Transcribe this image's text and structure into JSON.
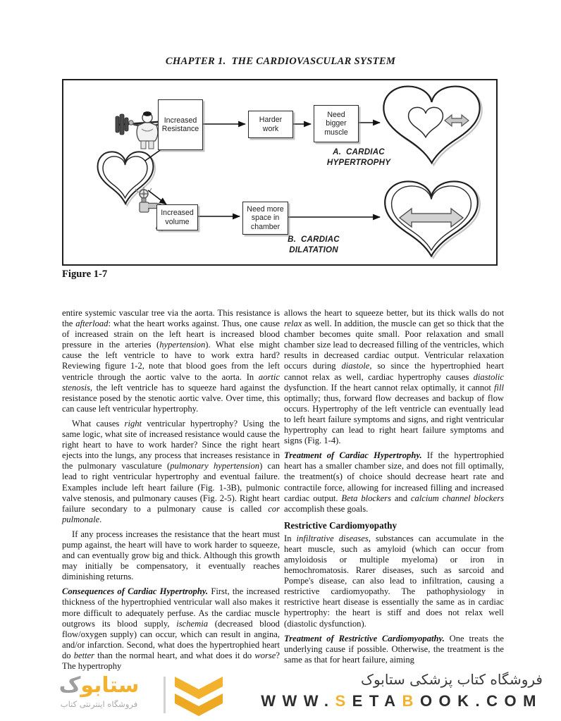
{
  "header": {
    "chapter_title": "CHAPTER 1.  THE CARDIOVASCULAR SYSTEM"
  },
  "figure": {
    "caption": "Figure 1-7",
    "flow_a": {
      "box_increased_resistance": "Increased\nResistance",
      "box_harder_work": "Harder\nwork",
      "box_need_bigger_muscle": "Need\nbigger\nmuscle",
      "label": "A.  CARDIAC\nHYPERTROPHY"
    },
    "flow_b": {
      "box_increased_volume": "Increased\nvolume",
      "box_need_more_space": "Need more\nspace in\nchamber",
      "label": "B.  CARDIAC\nDILATATION"
    }
  },
  "columns": {
    "left": [
      {
        "type": "p",
        "indent": false,
        "runs": [
          {
            "t": "entire systemic vascular tree via the aorta. This resistance is the "
          },
          {
            "t": "afterload",
            "s": "i"
          },
          {
            "t": ": what the heart works against. Thus, one cause of increased strain on the left heart is increased blood pressure in the arteries ("
          },
          {
            "t": "hypertension",
            "s": "i"
          },
          {
            "t": "). What else might cause the left ventricle to have to work extra hard? Reviewing figure 1-2, note that blood goes from the left ventricle through the aortic valve to the aorta. In "
          },
          {
            "t": "aortic stenosis",
            "s": "i"
          },
          {
            "t": ", the left ventricle has to squeeze hard against the resistance posed by the stenotic aortic valve. Over time, this can cause left ventricular hypertrophy."
          }
        ]
      },
      {
        "type": "p",
        "indent": true,
        "runs": [
          {
            "t": "What causes "
          },
          {
            "t": "right",
            "s": "i"
          },
          {
            "t": " ventricular hypertrophy? Using the same logic, what site of increased resistance would cause the right heart to have to work harder? Since the right heart ejects into the lungs, any process that increases resistance in the pulmonary vasculature ("
          },
          {
            "t": "pulmonary hypertension",
            "s": "i"
          },
          {
            "t": ") can lead to right ventricular hypertrophy and eventual failure. Examples include left heart failure (Fig. 1-3B), pulmonic valve stenosis, and pulmonary causes (Fig. 2-5). Right heart failure secondary to a pulmonary cause is called "
          },
          {
            "t": "cor pulmonale",
            "s": "i"
          },
          {
            "t": "."
          }
        ]
      },
      {
        "type": "p",
        "indent": true,
        "runs": [
          {
            "t": "If any process increases the resistance that the heart must pump against, the heart will have to work harder to squeeze, and can eventually grow big and thick. Although this growth may initially be compensatory, it eventually reaches diminishing returns."
          }
        ]
      },
      {
        "type": "p",
        "indent": false,
        "runs": [
          {
            "t": "Consequences of Cardiac Hypertrophy.",
            "s": "bi"
          },
          {
            "t": " First, the increased thickness of the hypertrophied ventricular wall also makes it more difficult to adequately perfuse. As the cardiac muscle outgrows its blood supply, "
          },
          {
            "t": "ischemia",
            "s": "i"
          },
          {
            "t": " (decreased blood flow/oxygen supply) can occur, which can result in angina, and/or infarction. Second, what does the hypertrophied heart do "
          },
          {
            "t": "better",
            "s": "i"
          },
          {
            "t": " than the normal heart, and what does it do "
          },
          {
            "t": "worse",
            "s": "i"
          },
          {
            "t": "? The hypertrophy"
          }
        ]
      }
    ],
    "right": [
      {
        "type": "p",
        "indent": false,
        "runs": [
          {
            "t": "allows the heart to squeeze better, but its thick walls do not "
          },
          {
            "t": "relax",
            "s": "i"
          },
          {
            "t": " as well. In addition, the muscle can get so thick that the chamber becomes quite small. Poor relaxation and small chamber size lead to decreased filling of the ventricles, which results in decreased cardiac output. Ventricular relaxation occurs during "
          },
          {
            "t": "diastole",
            "s": "i"
          },
          {
            "t": ", so since the hypertrophied heart cannot relax as well, cardiac hypertrophy causes "
          },
          {
            "t": "diastolic",
            "s": "i"
          },
          {
            "t": " dysfunction. If the heart cannot relax optimally, it cannot "
          },
          {
            "t": "fill",
            "s": "i"
          },
          {
            "t": " optimally; thus, forward flow decreases and backup of flow occurs. Hypertrophy of the left ventricle can eventually lead to left heart failure symptoms and signs, and right ventricular hypertrophy can lead to right heart failure symptoms and signs (Fig. 1-4)."
          }
        ]
      },
      {
        "type": "p",
        "indent": false,
        "runs": [
          {
            "t": "Treatment of Cardiac Hypertrophy.",
            "s": "bi"
          },
          {
            "t": " If the hypertrophied heart has a smaller chamber size, and does not fill optimally, the treatment(s) of choice should decrease heart rate and contractile force, allowing for increased filling and increased cardiac output. "
          },
          {
            "t": "Beta blockers",
            "s": "i"
          },
          {
            "t": " and "
          },
          {
            "t": "calcium channel blockers",
            "s": "i"
          },
          {
            "t": " accomplish these goals."
          }
        ]
      },
      {
        "type": "h",
        "text": "Restrictive Cardiomyopathy"
      },
      {
        "type": "p",
        "indent": false,
        "runs": [
          {
            "t": "In "
          },
          {
            "t": "infiltrative diseases",
            "s": "i"
          },
          {
            "t": ", substances can accumulate in the heart muscle, such as amyloid (which can occur from amyloidosis or multiple myeloma) or iron in hemochromatosis. Rarer diseases, such as sarcoid and Pompe's disease, can also lead to infiltration, causing a restrictive cardiomyopathy. The pathophysiology in restrictive heart disease is essentially the same as in cardiac hypertrophy: the heart is stiff and does not relax well (diastolic dysfunction)."
          }
        ]
      },
      {
        "type": "p",
        "indent": false,
        "runs": [
          {
            "t": "Treatment of Restrictive Cardiomyopathy.",
            "s": "bi"
          },
          {
            "t": " One treats the underlying cause if possible. Otherwise, the treatment is the same as that for heart failure, aiming"
          }
        ]
      }
    ]
  },
  "footer": {
    "logo": {
      "wordmark_main": "ستابو",
      "wordmark_last_letter": "ک",
      "subtitle": "فروشگاه اینترنتی کتاب"
    },
    "tagline": "فروشگاه کتاب پزشکی ستابوک",
    "url_segments": [
      {
        "t": "WWW.",
        "c": "#2d2d2d"
      },
      {
        "t": "S",
        "c": "#F2B22D"
      },
      {
        "t": "ETA",
        "c": "#2d2d2d"
      },
      {
        "t": "B",
        "c": "#F2B22D"
      },
      {
        "t": "OOK.COM",
        "c": "#2d2d2d"
      }
    ],
    "colors": {
      "gold": "#F2B22D",
      "gray": "#9e9e9e",
      "dark": "#2d2d2d"
    }
  }
}
